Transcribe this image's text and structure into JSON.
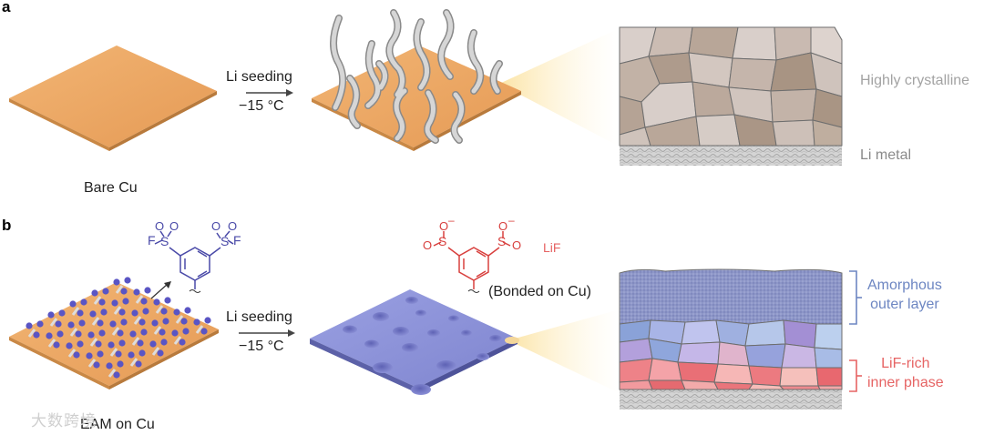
{
  "panel_a": {
    "letter": "a",
    "bare_cu_label": "Bare Cu",
    "arrow_line1": "Li seeding",
    "arrow_line2": "−15 °C",
    "highly_crystalline": "Highly crystalline",
    "li_metal": "Li metal"
  },
  "panel_b": {
    "letter": "b",
    "eam_label": "EAM on Cu",
    "arrow_line1": "Li seeding",
    "arrow_line2": "−15 °C",
    "bonded_label": "(Bonded on Cu)",
    "lif_label": "LiF",
    "amorphous_line1": "Amorphous",
    "amorphous_line2": "outer layer",
    "lif_rich_line1": "LiF-rich",
    "lif_rich_line2": "inner phase",
    "mol1_atoms": {
      "s": "S",
      "o": "O",
      "f": "F"
    },
    "mol2_atoms": {
      "s": "S",
      "o": "O",
      "charge": "–"
    }
  },
  "watermark": "大数跨境",
  "colors": {
    "copper": "#e9a664",
    "copper_edge": "#c07d3e",
    "purple_film": "#8a8fd6",
    "amorphous": "#8d96c8",
    "lif_red": "#e9757b",
    "blue_text": "#6d86c2",
    "red_text": "#e66464",
    "gray_text": "#9a9a9a",
    "molecule_blue": "#4a4aa8",
    "molecule_red": "#d8403e"
  }
}
